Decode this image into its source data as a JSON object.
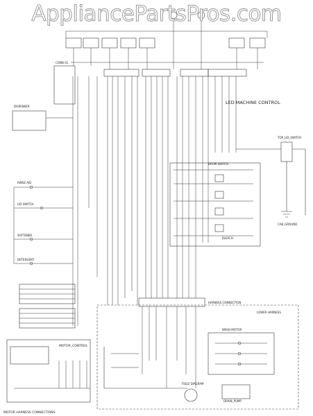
{
  "watermark": "AppliancePartsPros.com",
  "labels": {
    "led_machine_control": "LED MACHINE CONTROL",
    "top_lid_switch": "TOP_LID_SWITCH",
    "drum_switch": "DRUM SWITCH",
    "cab_ground": "CAB_GROUND",
    "dispenser": "DISPENSER",
    "rinse_aid": "RINSE AID",
    "lid_switch": "LID SWITCH",
    "softener": "SOFTENER",
    "detergent": "DETERGENT",
    "bleach": "BLEACH",
    "motor_control": "MOTOR_CONTROL",
    "drain_pump": "DRAIN_PUMP",
    "lower_harness": "LOWER HARNESS",
    "harness_connection": "HARNESS CONNECTION",
    "field_diagram": "FIELD DIAGRAM",
    "wash_motor": "WASH MOTOR",
    "connector_label": "CONN 01",
    "motor_connections": "MOTOR HARNESS CONNECTIONS"
  }
}
